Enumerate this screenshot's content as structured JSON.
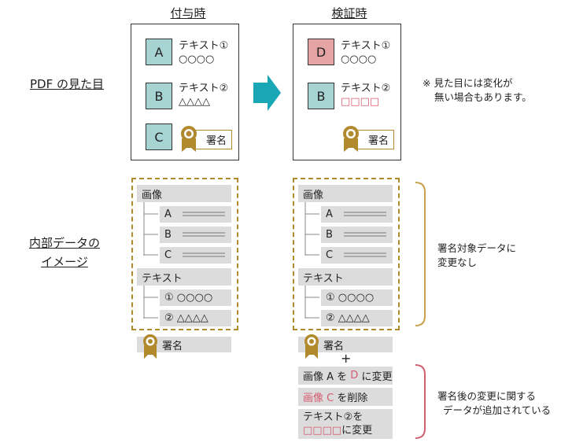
{
  "headers": {
    "signing": "付与時",
    "verification": "検証時"
  },
  "row_labels": {
    "pdf_appearance": "PDF の見た目",
    "internal_line1": "内部データの",
    "internal_line2": "イメージ"
  },
  "signing_page": {
    "box_a": "A",
    "box_b": "B",
    "box_c": "C",
    "text1_title": "テキスト①",
    "text1_value": "○○○○",
    "text2_title": "テキスト②",
    "text2_value": "△△△△",
    "signature": "署名"
  },
  "verification_page": {
    "box_d": "D",
    "box_b": "B",
    "text1_title": "テキスト①",
    "text1_value": "○○○○",
    "text2_title": "テキスト②",
    "text2_value": "□□□□",
    "signature": "署名"
  },
  "appearance_note_line1": "※ 見た目には変化が",
  "appearance_note_line2": "無い場合もあります。",
  "internal": {
    "images_header": "画像",
    "image_items": [
      "A",
      "B",
      "C"
    ],
    "text_header": "テキスト",
    "text_items": [
      "① ○○○○",
      "② △△△△"
    ],
    "signature": "署名"
  },
  "plus": "+",
  "changes": {
    "change1_prefix": "画像 A を ",
    "change1_red": "D",
    "change1_suffix": " に変更",
    "change2_red": "画像 C",
    "change2_suffix": " を削除",
    "change3_line1": "テキスト②を",
    "change3_red": "□□□□",
    "change3_suffix": "に変更"
  },
  "side_notes": {
    "unchanged_line1": "署名対象データに",
    "unchanged_line2": "変更なし",
    "changes_line1": "署名後の変更に関する",
    "changes_line2": "データが追加されている"
  },
  "colors": {
    "teal": "#a8d3d3",
    "pink": "#e4a4a4",
    "gold": "#b08a2c",
    "red_text": "#d65a6e",
    "bracket_gold": "#c9a04a",
    "bracket_red": "#d06070",
    "arrow": "#1aa7b5"
  }
}
